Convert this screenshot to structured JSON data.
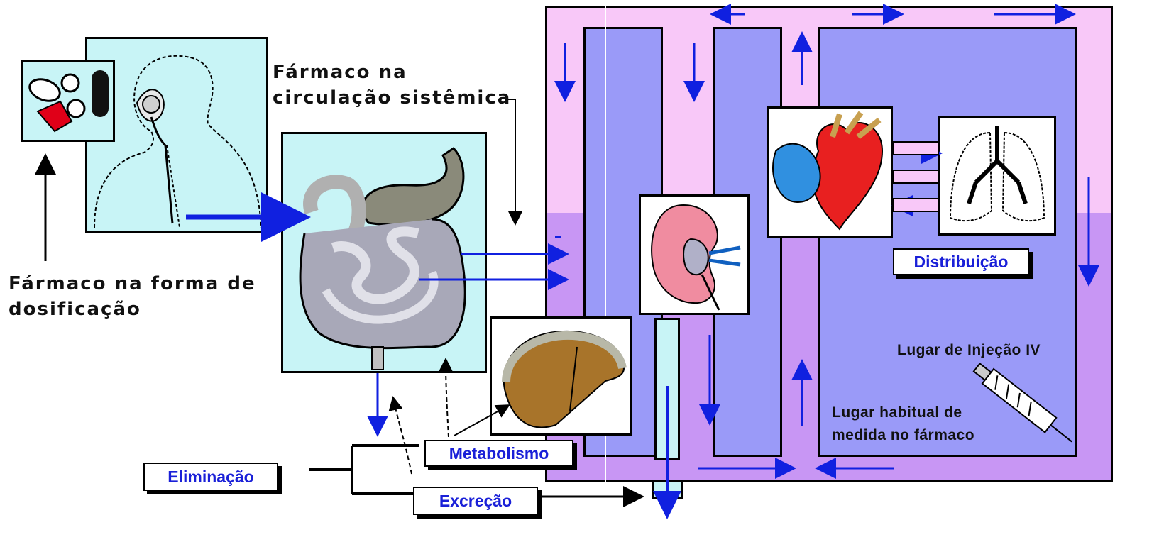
{
  "labels": {
    "dosage_form": [
      "Fármaco na forma de",
      "dosificação"
    ],
    "systemic": [
      "Fármaco na",
      "circulação sistêmica"
    ],
    "distribution": "Distribuição",
    "metabolism": "Metabolismo",
    "elimination": "Eliminação",
    "excretion": "Excreção",
    "iv_site": "Lugar de Injeção IV",
    "measure_site": [
      "Lugar habitual de",
      "medida no fármaco"
    ]
  },
  "colors": {
    "circulation_top": "#f8c8f8",
    "circulation_bottom": "#c896f4",
    "vessel": "#9a9af8",
    "panel_bg": "#c8f4f6",
    "arrow": "#1020e0",
    "label_text": "#1a20d8"
  },
  "icons": [
    "pill-icon",
    "person-icon",
    "intestine-icon",
    "liver-icon",
    "kidney-icon",
    "heart-icon",
    "lungs-icon",
    "syringe-icon"
  ]
}
